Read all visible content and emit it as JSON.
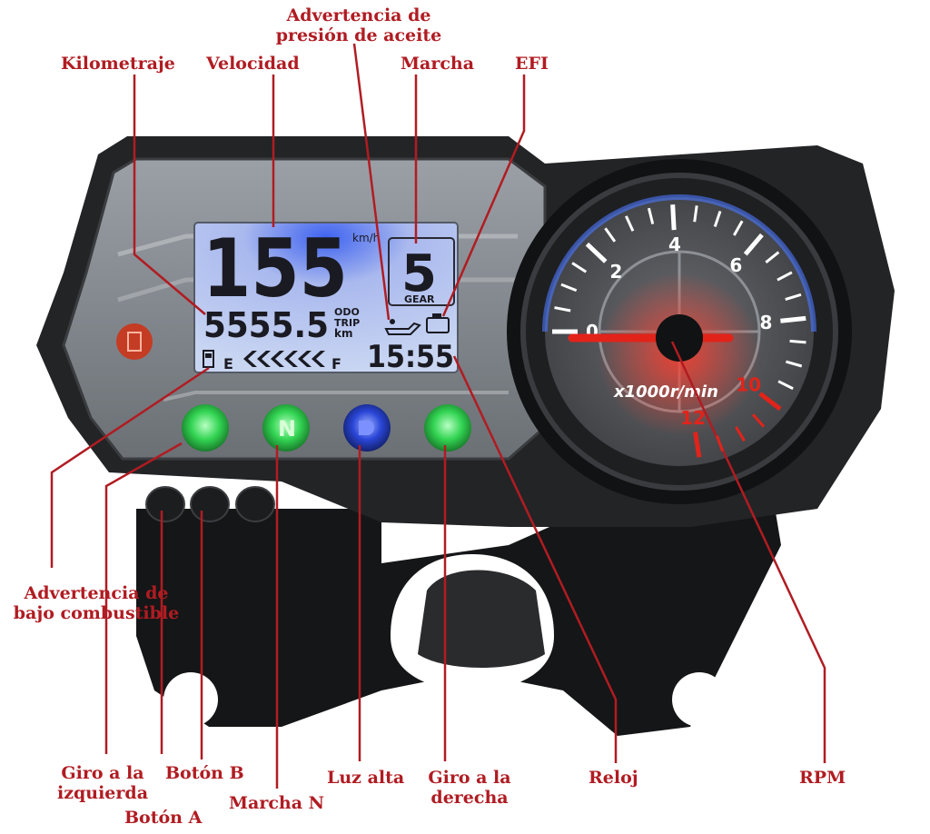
{
  "labels": {
    "kilometraje": "Kilometraje",
    "velocidad": "Velocidad",
    "advertencia_aceite": [
      "Advertencia de",
      "presión de aceite"
    ],
    "marcha": "Marcha",
    "efi": "EFI",
    "advertencia_combustible": [
      "Advertencia de",
      "bajo combustible"
    ],
    "giro_izquierda": [
      "Giro a la",
      "izquierda"
    ],
    "boton_b": "Botón B",
    "boton_a": "Botón A",
    "marcha_n": "Marcha N",
    "luz_alta": "Luz alta",
    "giro_derecha": [
      "Giro a la",
      "derecha"
    ],
    "reloj": "Reloj",
    "rpm": "RPM"
  },
  "lcd": {
    "speed": "155",
    "speed_unit": "km/h",
    "gear": "5",
    "gear_label": "GEAR",
    "odometer": "5555.5",
    "odo_label": "ODO",
    "trip_label": "TRIP",
    "km_label": "km",
    "clock": "15:55",
    "fuel_empty": "E",
    "fuel_full": "F",
    "fuel_bars": 6
  },
  "indicators": {
    "neutral_letter": "N",
    "colors": {
      "left_turn": "#2bd14f",
      "neutral": "#2bd14f",
      "high_beam": "#1f3fd0",
      "right_turn": "#2bd14f"
    }
  },
  "tachometer": {
    "ticks": [
      "0",
      "2",
      "4",
      "6",
      "8",
      "10",
      "12"
    ],
    "unit": "x1000r/min",
    "needle_value": 0,
    "max": 12,
    "redline_start": 10
  },
  "colors": {
    "label": "#b01c22",
    "lcd_bg": "#c9d6f2",
    "lcd_segment": "#1a1a22",
    "needle": "#e2231a"
  }
}
